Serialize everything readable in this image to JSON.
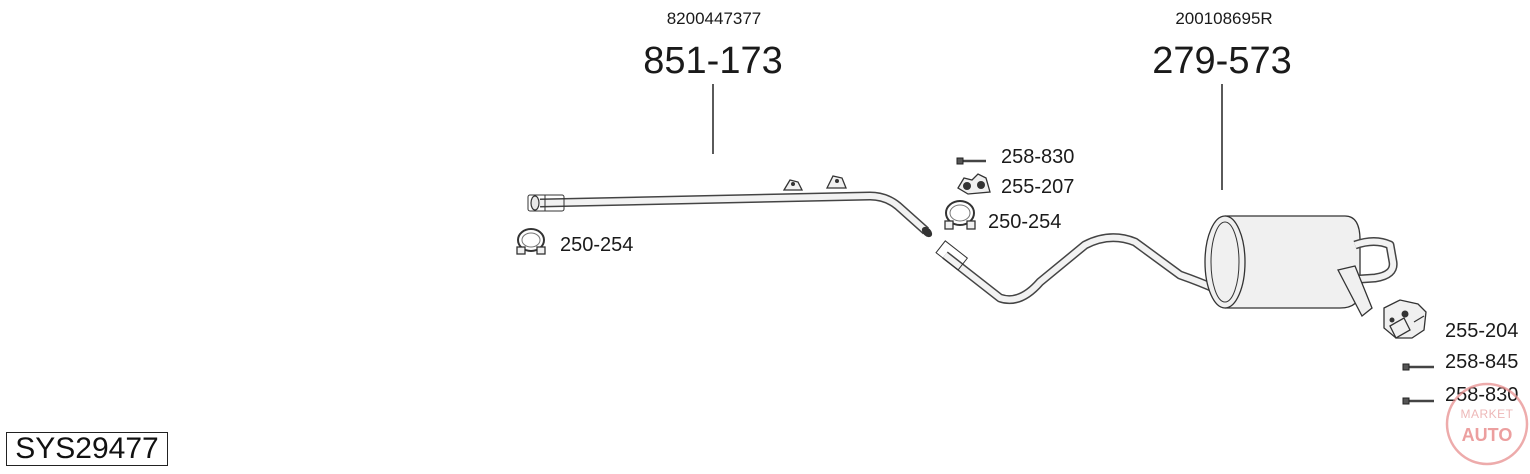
{
  "diagram": {
    "system_code": "SYS29477",
    "main_parts": [
      {
        "oem": "8200447377",
        "code": "851-173"
      },
      {
        "oem": "200108695R",
        "code": "279-573"
      }
    ],
    "accessories": [
      {
        "code": "250-254",
        "icon": "clamp-icon"
      },
      {
        "code": "258-830",
        "icon": "bolt-icon"
      },
      {
        "code": "255-207",
        "icon": "rubber-mount-icon"
      },
      {
        "code": "250-254",
        "icon": "clamp-icon"
      },
      {
        "code": "255-204",
        "icon": "bracket-icon"
      },
      {
        "code": "258-845",
        "icon": "bolt-icon"
      },
      {
        "code": "258-830",
        "icon": "bolt-icon"
      }
    ],
    "watermark": {
      "line1": "MARKET",
      "line2": "AUTO",
      "color": "#e06060"
    }
  }
}
